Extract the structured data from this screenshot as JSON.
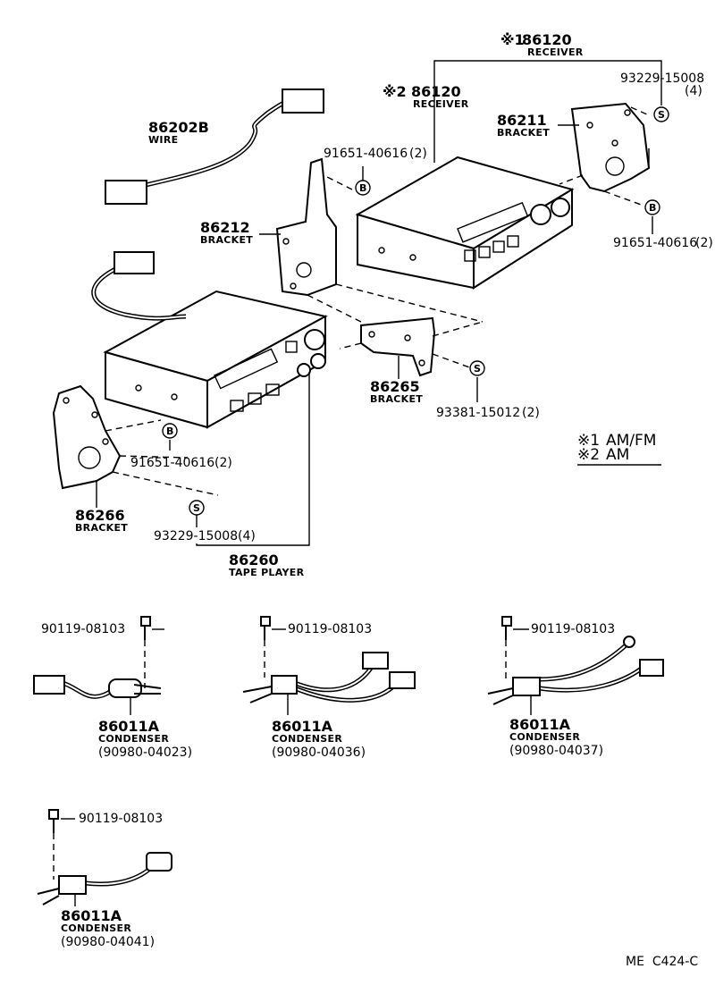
{
  "receiver_main": {
    "ref": "※1",
    "part_no": "86120",
    "name": "RECEIVER"
  },
  "receiver_alt": {
    "ref": "※2",
    "part_no": "86120",
    "name": "RECEIVER"
  },
  "screw_bracket_right": {
    "part_no": "93229-15008",
    "qty": "(4)",
    "symbol": "S"
  },
  "bolt_upper_left": {
    "part_no": "91651-40616",
    "qty": "(2)",
    "symbol": "B"
  },
  "bolt_upper_right": {
    "part_no": "91651-40616",
    "qty": "(2)",
    "symbol": "B"
  },
  "bracket_86211": {
    "part_no": "86211",
    "name": "BRACKET"
  },
  "bracket_86212": {
    "part_no": "86212",
    "name": "BRACKET"
  },
  "wire": {
    "part_no": "86202B",
    "name": "WIRE"
  },
  "bracket_86265": {
    "part_no": "86265",
    "name": "BRACKET"
  },
  "screw_86265": {
    "part_no": "93381-15012",
    "qty": "(2)",
    "symbol": "S"
  },
  "bolt_lower": {
    "part_no": "91651-40616",
    "qty": "(2)",
    "symbol": "B"
  },
  "bracket_86266": {
    "part_no": "86266",
    "name": "BRACKET"
  },
  "screw_lower": {
    "part_no": "93229-15008",
    "qty": "(4)",
    "symbol": "S"
  },
  "tape_player": {
    "part_no": "86260",
    "name": "TAPE PLAYER"
  },
  "legend": [
    {
      "ref": "※1",
      "text": "AM/FM"
    },
    {
      "ref": "※2",
      "text": "AM"
    }
  ],
  "condensers": [
    {
      "bolt": "90119-08103",
      "part_no": "86011A",
      "name": "CONDENSER",
      "sub": "(90980-04023)"
    },
    {
      "bolt": "90119-08103",
      "part_no": "86011A",
      "name": "CONDENSER",
      "sub": "(90980-04036)"
    },
    {
      "bolt": "90119-08103",
      "part_no": "86011A",
      "name": "CONDENSER",
      "sub": "(90980-04037)"
    },
    {
      "bolt": "90119-08103",
      "part_no": "86011A",
      "name": "CONDENSER",
      "sub": "(90980-04041)"
    }
  ],
  "diagram_code": "ME  C424-C"
}
